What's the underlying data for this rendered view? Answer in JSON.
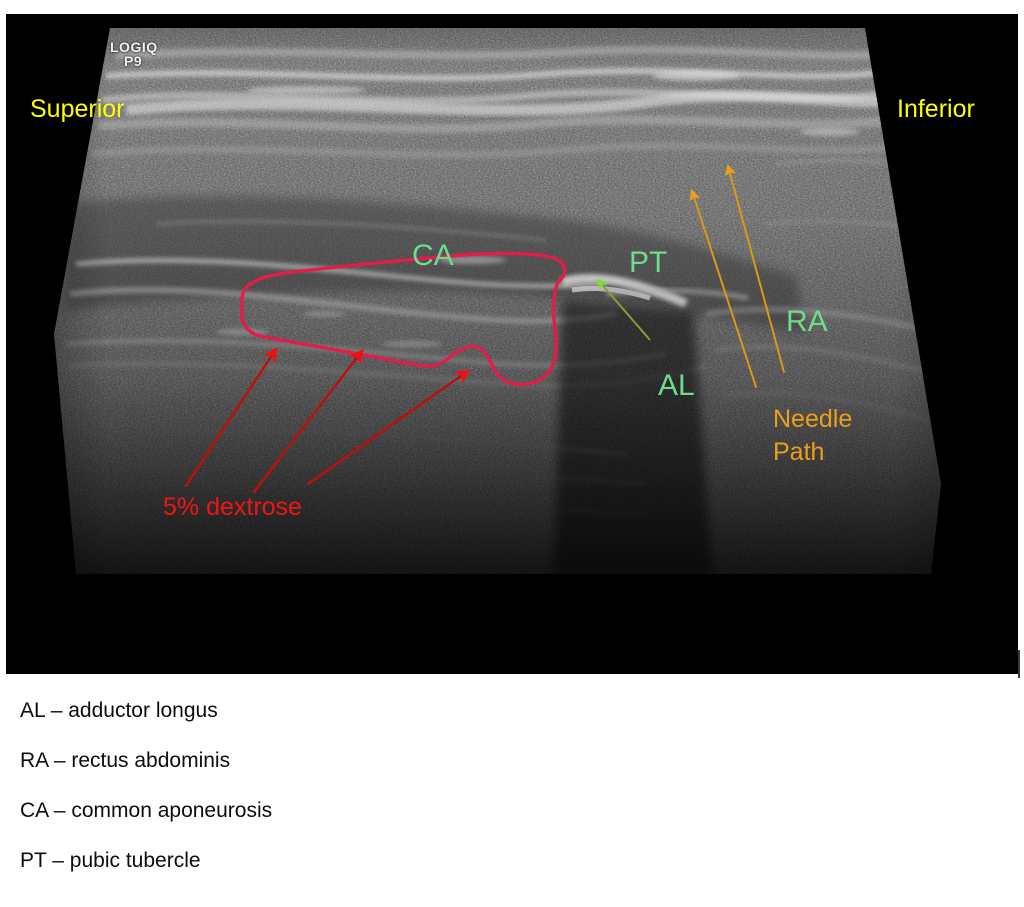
{
  "figure": {
    "type": "annotated-ultrasound",
    "modality": "B-mode ultrasound",
    "scanner_brand_line1": "LOGIQ",
    "scanner_brand_line2": "P9"
  },
  "orientation": {
    "left_label": "Superior",
    "right_label": "Inferior",
    "color": "#ffff00"
  },
  "anatomy_labels": [
    {
      "id": "ra",
      "text": "RA",
      "color": "#6fdc8c"
    },
    {
      "id": "ca",
      "text": "CA",
      "color": "#6fdc8c"
    },
    {
      "id": "pt",
      "text": "PT",
      "color": "#6fdc8c"
    },
    {
      "id": "al",
      "text": "AL",
      "color": "#6fdc8c"
    }
  ],
  "injectate": {
    "label": "5% dextrose",
    "color": "#f01414",
    "arrow_count": 3,
    "outline_color": "#e8194b"
  },
  "needle": {
    "label_line1": "Needle",
    "label_line2": "Path",
    "color": "#eaa01a",
    "arrow_count": 2
  },
  "pointer_green": {
    "target": "CA",
    "color": "#7cc93a"
  },
  "legend": {
    "rows": [
      "AL – adductor longus",
      "RA – rectus abdominis",
      "CA – common aponeurosis",
      "PT – pubic tubercle"
    ]
  },
  "colors": {
    "background": "#ffffff",
    "panel": "#000000",
    "yellow": "#ffff00",
    "green": "#6fdc8c",
    "red": "#f01414",
    "orange": "#eaa01a"
  }
}
